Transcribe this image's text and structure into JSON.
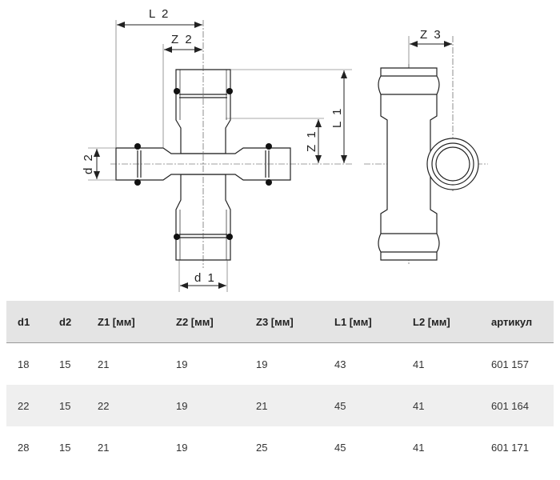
{
  "drawing": {
    "labels": {
      "L2": "L 2",
      "Z2": "Z 2",
      "Z3": "Z 3",
      "L1": "L 1",
      "Z1": "Z 1",
      "d1": "d 1",
      "d2": "d 2"
    }
  },
  "table": {
    "headers": [
      "d1",
      "d2",
      "Z1 [мм]",
      "Z2 [мм]",
      "Z3 [мм]",
      "L1 [мм]",
      "L2 [мм]",
      "артикул"
    ],
    "rows": [
      [
        "18",
        "15",
        "21",
        "19",
        "19",
        "43",
        "41",
        "601 157"
      ],
      [
        "22",
        "15",
        "22",
        "19",
        "21",
        "45",
        "41",
        "601 164"
      ],
      [
        "28",
        "15",
        "21",
        "19",
        "25",
        "45",
        "41",
        "601 171"
      ]
    ]
  }
}
